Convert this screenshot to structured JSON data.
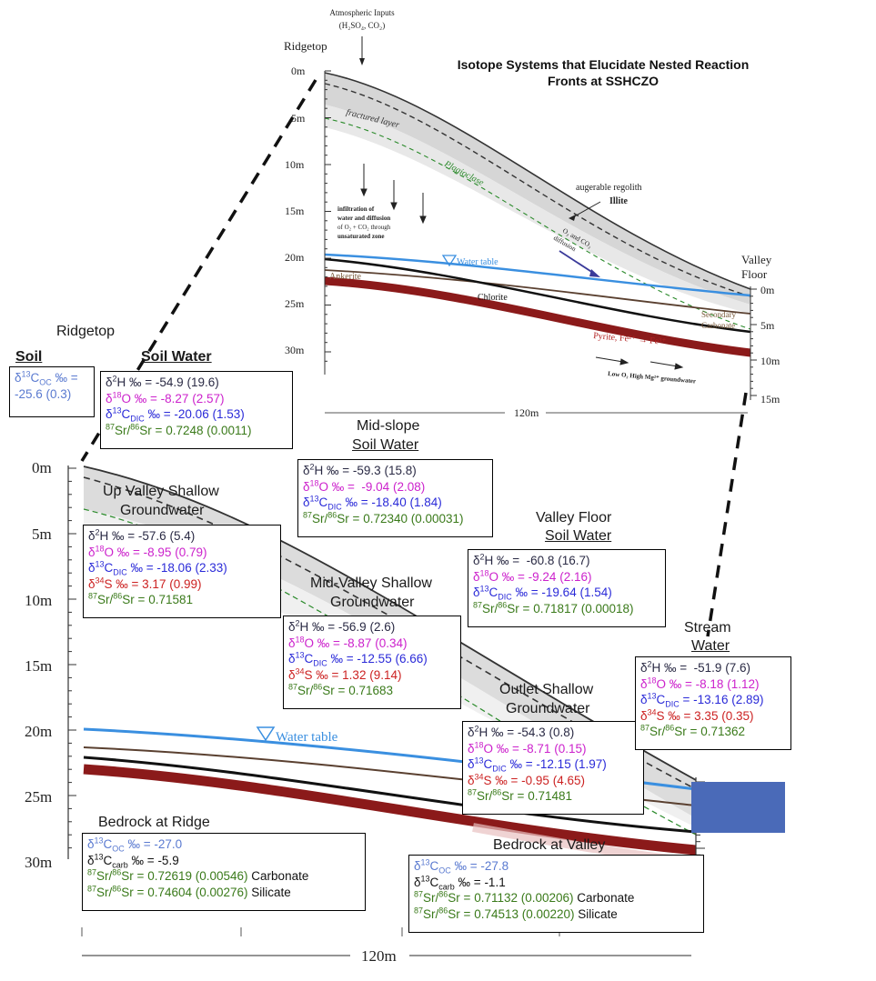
{
  "inset": {
    "title_line1": "Isotope Systems that Elucidate Nested Reaction",
    "title_line2": "Fronts at SSHCZO",
    "atm_line1": "Atmospheric Inputs",
    "atm_line2": "(H₂SO₄, CO₂)",
    "ridgetop": "Ridgetop",
    "valley_line1": "Valley",
    "valley_line2": "Floor",
    "depth_left": [
      "0m",
      "5m",
      "10m",
      "15m",
      "20m",
      "25m",
      "30m"
    ],
    "depth_right": [
      "0m",
      "5m",
      "10m",
      "15m"
    ],
    "fractured_layer": "fractured layer",
    "plagioclase": "Plagioclase",
    "augerable_regolith": "augerable regolith",
    "illite": "Illite",
    "o2_co2_line1": "O₂ and CO₂",
    "o2_co2_line2": "diffusion",
    "infiltration_line1": "infiltration of",
    "infiltration_line2": "water and diffusion",
    "infiltration_line3": "of O₂ + CO₂ through",
    "infiltration_line4": "unsaturated zone",
    "water_table": "Water table",
    "ankerite": "Ankerite",
    "chlorite": "Chlorite",
    "secondary_line1": "Secondary",
    "secondary_line2": "Carbonate",
    "pyrite": "Pyrite, Fe²⁺ → Fe³⁺",
    "low_o2": "Low O₂ High Mg²⁺ groundwater",
    "distance": "120m"
  },
  "main": {
    "depth_ticks": [
      "0m",
      "5m",
      "10m",
      "15m",
      "20m",
      "25m",
      "30m"
    ],
    "water_table": "Water table",
    "distance": "120m"
  },
  "labels": {
    "ridgetop": "Ridgetop",
    "soil": "Soil",
    "soil_water": "Soil Water",
    "mid_slope_line1": "Mid-slope",
    "mid_slope_line2": "Soil Water",
    "valley_floor_line1": "Valley Floor",
    "valley_floor_line2": "Soil Water",
    "up_valley_line1": "Up Valley Shallow",
    "up_valley_line2": "Groundwater",
    "mid_valley_line1": "Mid-Valley Shallow",
    "mid_valley_line2": "Groundwater",
    "outlet_line1": "Outlet Shallow",
    "outlet_line2": "Groundwater",
    "stream_line1": "Stream",
    "stream_line2": "Water",
    "bedrock_ridge": "Bedrock at Ridge",
    "bedrock_valley": "Bedrock at Valley"
  },
  "boxes": {
    "soil": {
      "c13oc": "-25.6 (0.3)"
    },
    "soil_water": {
      "h2": "-54.9 (19.6)",
      "o18": "-8.27 (2.57)",
      "c13dic": "-20.06 (1.53)",
      "sr": "0.7248 (0.0011)"
    },
    "mid_slope": {
      "h2": "-59.3 (15.8)",
      "o18": "-9.04 (2.08)",
      "c13dic": "-18.40 (1.84)",
      "sr": "0.72340 (0.00031)"
    },
    "valley_floor": {
      "h2": "-60.8 (16.7)",
      "o18": "-9.24 (2.16)",
      "c13dic": "-19.64 (1.54)",
      "sr": "0.71817 (0.00018)"
    },
    "up_valley": {
      "h2": "-57.6 (5.4)",
      "o18": "-8.95 (0.79)",
      "c13dic": "-18.06 (2.33)",
      "s34": "3.17 (0.99)",
      "sr": "0.71581"
    },
    "mid_valley": {
      "h2": "-56.9 (2.6)",
      "o18": "-8.87 (0.34)",
      "c13dic": "-12.55 (6.66)",
      "s34": "1.32 (9.14)",
      "sr": "0.71683"
    },
    "outlet": {
      "h2": "-54.3 (0.8)",
      "o18": "-8.71 (0.15)",
      "c13dic": "-12.15 (1.97)",
      "s34": "-0.95 (4.65)",
      "sr": "0.71481"
    },
    "stream": {
      "h2": "-51.9 (7.6)",
      "o18": "-8.18 (1.12)",
      "c13dic": "-13.16 (2.89)",
      "s34": "3.35 (0.35)",
      "sr": "0.71362"
    },
    "bedrock_ridge": {
      "c13oc": "-27.0",
      "c13carb": "-5.9",
      "sr_carb": "0.72619 (0.00546)",
      "sr_sil": "0.74604 (0.00276)",
      "carbonate": "Carbonate",
      "silicate": "Silicate"
    },
    "bedrock_valley": {
      "c13oc": "-27.8",
      "c13carb": "-1.1",
      "sr_carb": "0.71132 (0.00206)",
      "sr_sil": "0.74513 (0.00220)",
      "carbonate": "Carbonate",
      "silicate": "Silicate"
    }
  },
  "colors": {
    "water_table": "#3a8fe0",
    "pyrite_band": "#8b1a1a",
    "ankerite": "#7a5a3a",
    "plagioclase": "#2a8a2a",
    "stream": "#4a6ab8",
    "regolith_fill": "#d8d8d8"
  }
}
